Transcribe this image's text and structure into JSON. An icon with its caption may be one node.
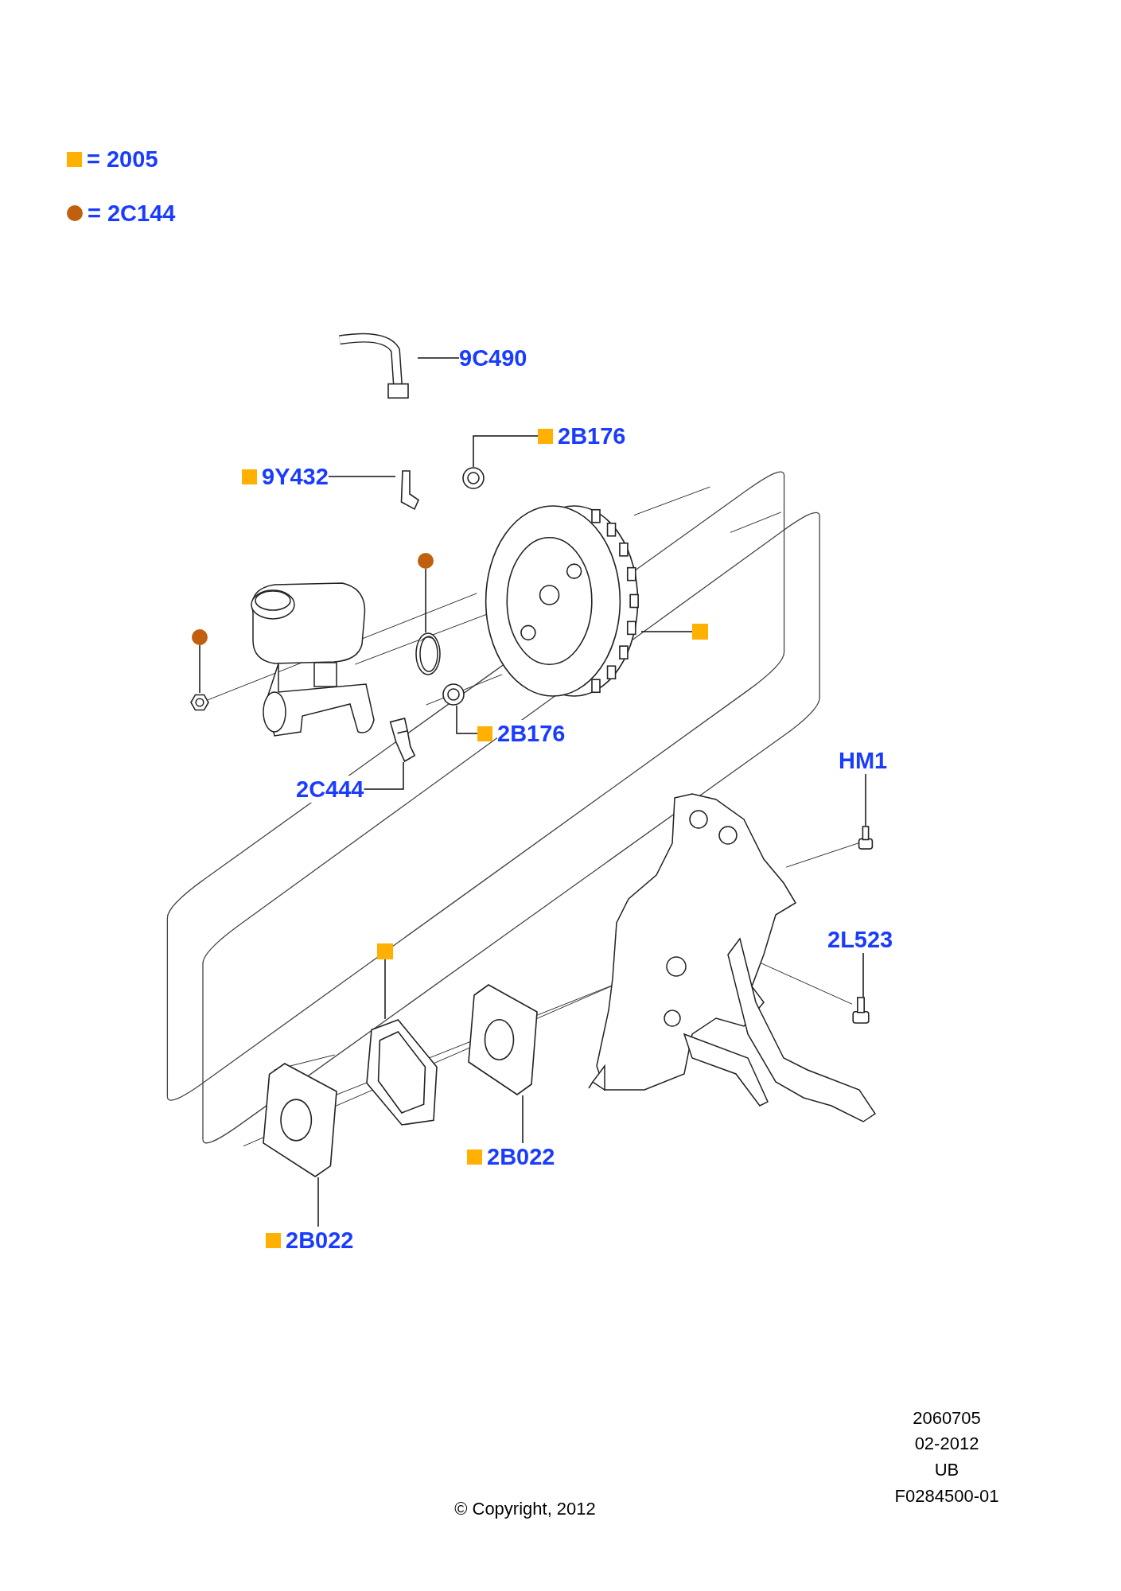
{
  "diagram": {
    "nodes": [
      {
        "text": [
          "9C490"
        ]
      },
      {
        "text": [],
        "shape": "picture"
      },
      {
        "text": [
          "2B176"
        ]
      },
      {
        "text": [],
        "shape": "picture"
      },
      {
        "text": [
          "9Y432"
        ]
      },
      {
        "text": [],
        "shape": "picture"
      },
      {
        "text": [],
        "shape": "circle"
      },
      {
        "text": [],
        "shape": "picture"
      },
      {
        "text": [],
        "shape": "box"
      },
      {
        "text": [],
        "shape": "picture"
      },
      {
        "text": [],
        "shape": "circle"
      },
      {
        "text": [],
        "shape": "picture"
      },
      {
        "text": [
          "2B176"
        ]
      },
      {
        "text": [],
        "shape": "picture"
      },
      {
        "text": [
          "HM1"
        ]
      },
      {
        "text": [],
        "shape": "picture"
      },
      {
        "text": [
          "2C444"
        ]
      },
      {
        "text": [],
        "shape": "picture"
      },
      {
        "text": [
          "2L523"
        ]
      },
      {
        "text": [],
        "shape": "picture"
      },
      {
        "text": [],
        "shape": "box"
      },
      {
        "text": [],
        "shape": "picture"
      },
      {
        "text": [
          "2B022"
        ]
      },
      {
        "text": [],
        "shape": "picture"
      },
      {
        "text": [
          "2B022"
        ]
      },
      {
        "text": [],
        "shape": "picture"
      }
    ],
    "edges": [
      {
        "from": 0,
        "to": 1,
        "arrow": "none"
      },
      {
        "from": 2,
        "to": 3,
        "arrow": "none"
      },
      {
        "from": 4,
        "to": 5,
        "arrow": "none"
      },
      {
        "from": 6,
        "to": 7,
        "arrow": "none"
      },
      {
        "from": 8,
        "to": 9,
        "arrow": "none"
      },
      {
        "from": 10,
        "to": 11,
        "arrow": "none"
      },
      {
        "from": 12,
        "to": 13,
        "arrow": "none"
      },
      {
        "from": 14,
        "to": 15,
        "arrow": "none"
      },
      {
        "from": 16,
        "to": 17,
        "arrow": "none"
      },
      {
        "from": 18,
        "to": 19,
        "arrow": "none"
      },
      {
        "from": 20,
        "to": 21,
        "arrow": "none"
      },
      {
        "from": 22,
        "to": 23,
        "arrow": "none"
      },
      {
        "from": 24,
        "to": 25,
        "arrow": "none"
      }
    ],
    "labels": [
      "2060705",
      "02-2012",
      "UB",
      "F0284500-01",
      "© Copyright, 2012"
    ],
    "legend": [
      {
        "text": "= 2005",
        "color": "#ffb000"
      },
      {
        "text": "= 2C144",
        "color": "#c0600f"
      }
    ]
  }
}
